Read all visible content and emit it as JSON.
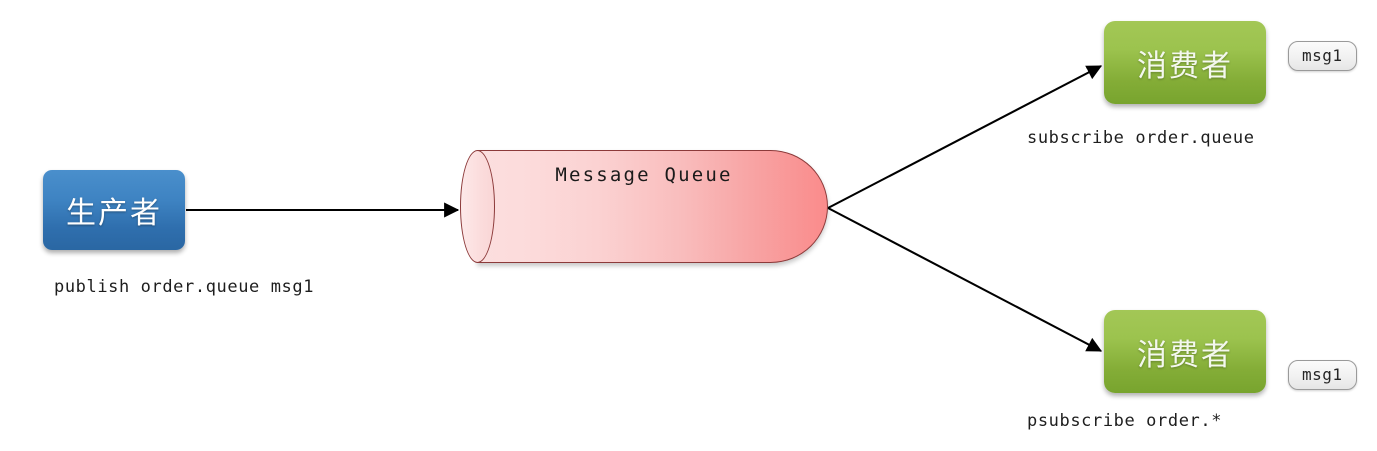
{
  "diagram": {
    "title": "Message Queue publish/subscribe flow",
    "background": "#ffffff",
    "nodes": {
      "producer": {
        "label": "生产者",
        "role": "producer",
        "color": "#3479bd"
      },
      "queue": {
        "label": "Message Queue",
        "role": "queue",
        "color_left": "#fbdede",
        "color_right": "#fa8b8b"
      },
      "consumer_top": {
        "label": "消费者",
        "role": "consumer",
        "color": "#8eb842"
      },
      "consumer_bottom": {
        "label": "消费者",
        "role": "consumer",
        "color": "#8eb842"
      }
    },
    "badges": {
      "top": "msg1",
      "bottom": "msg1"
    },
    "captions": {
      "publish": "publish order.queue msg1",
      "subscribe": "subscribe order.queue",
      "psubscribe": "psubscribe order.*"
    },
    "edges": [
      {
        "from": "producer",
        "to": "queue",
        "arrow": "end"
      },
      {
        "from": "queue",
        "to": "consumer_top",
        "arrow": "end"
      },
      {
        "from": "queue",
        "to": "consumer_bottom",
        "arrow": "end"
      }
    ]
  }
}
